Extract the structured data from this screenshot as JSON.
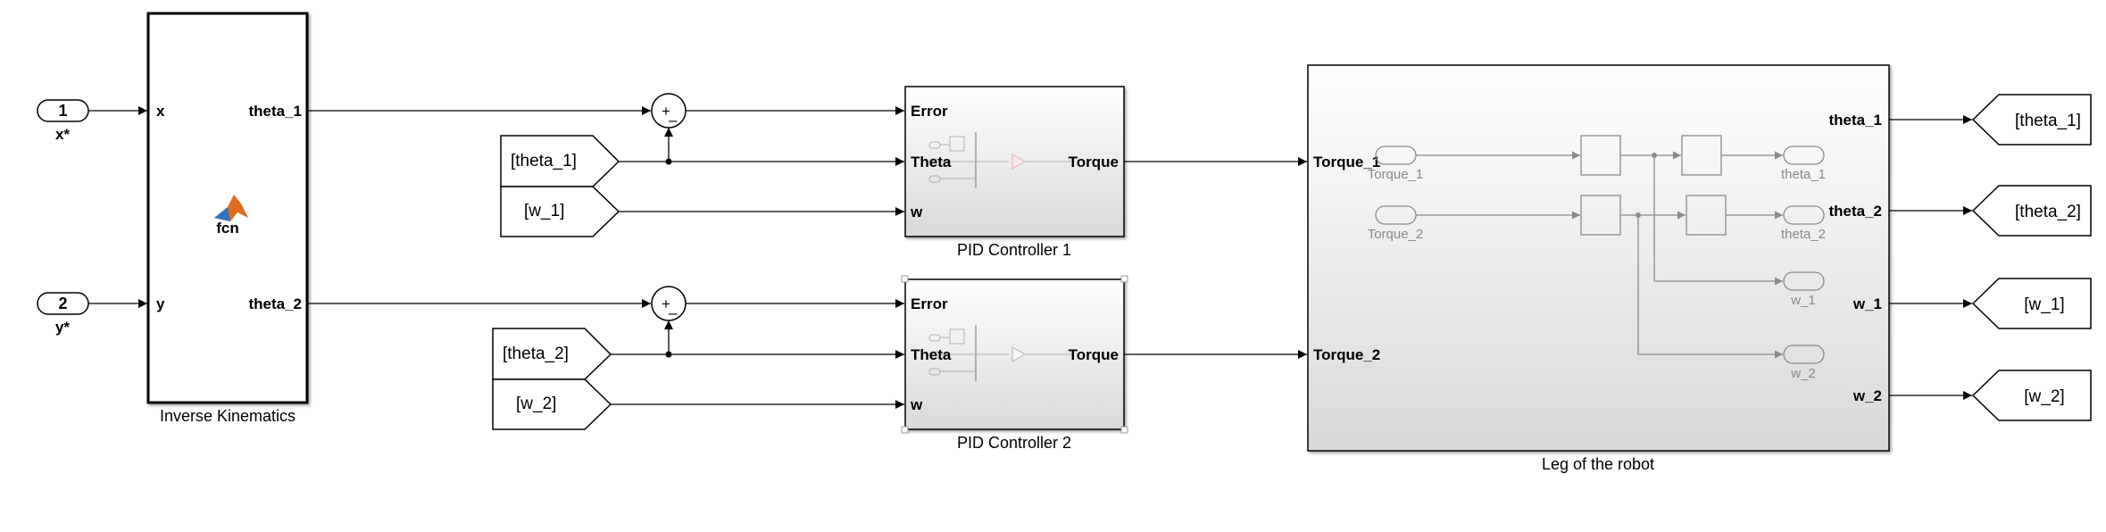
{
  "inports": [
    {
      "number": "1",
      "label": "x*"
    },
    {
      "number": "2",
      "label": "y*"
    }
  ],
  "inverse_kinematics": {
    "caption": "Inverse Kinematics",
    "icon_text": "fcn",
    "icon": "matlab-logo-icon",
    "in_ports": [
      "x",
      "y"
    ],
    "out_ports": [
      "theta_1",
      "theta_2"
    ]
  },
  "sum_blocks": [
    {
      "plus": "+",
      "minus": "–"
    },
    {
      "plus": "+",
      "minus": "–"
    }
  ],
  "from_tags": [
    "[theta_1]",
    "[w_1]",
    "[theta_2]",
    "[w_2]"
  ],
  "pid_controllers": [
    {
      "caption": "PID Controller 1",
      "in_ports": [
        "Error",
        "Theta",
        "w"
      ],
      "out_port": "Torque"
    },
    {
      "caption": "PID Controller 2",
      "in_ports": [
        "Error",
        "Theta",
        "w"
      ],
      "out_port": "Torque"
    }
  ],
  "leg": {
    "caption": "Leg of the robot",
    "in_ports": [
      "Torque_1",
      "Torque_2"
    ],
    "out_ports": [
      "theta_1",
      "theta_2",
      "w_1",
      "w_2"
    ],
    "inner_inports": [
      "Torque_1",
      "Torque_2"
    ],
    "inner_outports": [
      "theta_1",
      "theta_2",
      "w_1",
      "w_2"
    ]
  },
  "goto_tags": [
    "[theta_1]",
    "[theta_2]",
    "[w_1]",
    "[w_2]"
  ],
  "colors": {
    "background": "#ffffff",
    "wire": "#000000",
    "subsystem_gradient_top": "#ffffff",
    "subsystem_gradient_bottom": "#d9d9d9",
    "faded_content": "#8a8a8a",
    "matlab_orange": "#e06b1f",
    "matlab_blue": "#2f74c0"
  }
}
